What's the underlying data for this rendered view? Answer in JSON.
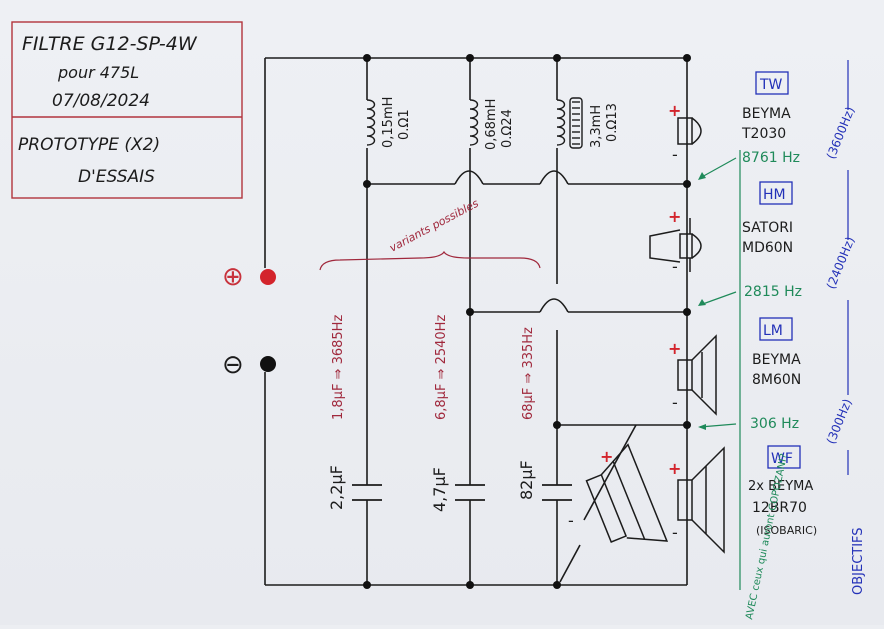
{
  "title_box": {
    "line1": "FILTRE G12-SP-4W",
    "line2": "pour 475L",
    "line3": "07/08/2024",
    "line4": "PROTOTYPE (X2)",
    "line5": "D'ESSAIS"
  },
  "terminals": {
    "positive_symbol": "⊕",
    "negative_symbol": "⊖"
  },
  "inductors": [
    {
      "value": "0,15mH",
      "resistance": "0.Ω1"
    },
    {
      "value": "0,68mH",
      "resistance": "0.Ω24"
    },
    {
      "value": "3,3mH",
      "resistance": "0.Ω13"
    }
  ],
  "capacitors": [
    {
      "value": "2,2μF",
      "variant": "1,8μF ⇒ 3685Hz"
    },
    {
      "value": "4,7μF",
      "variant": "6,8μF ⇒ 2540Hz"
    },
    {
      "value": "82μF",
      "variant": "68μF ⇒ 335Hz"
    }
  ],
  "variants_note": "variants possibles",
  "drivers": [
    {
      "tag": "TW",
      "name_line1": "BEYMA",
      "name_line2": "T2030"
    },
    {
      "tag": "HM",
      "name_line1": "SATORI",
      "name_line2": "MD60N"
    },
    {
      "tag": "LM",
      "name_line1": "BEYMA",
      "name_line2": "8M60N"
    },
    {
      "tag": "WF",
      "name_line1": "2x BEYMA",
      "name_line2": "12BR70",
      "name_line3": "(ISOBARIC)"
    }
  ],
  "crossover_freqs": [
    "8761 Hz",
    "2815 Hz",
    "306 Hz"
  ],
  "objectives": [
    "(3600Hz)",
    "(2400Hz)",
    "(300Hz)"
  ],
  "objectives_label": "OBJECTIFS",
  "green_note": "AVEC ceux qui auront COPOZANI?",
  "polarity": {
    "plus": "+",
    "minus": "-"
  },
  "colors": {
    "ink": "#1c1c1c",
    "red": "#c8323c",
    "blue": "#2331b8",
    "green": "#1f8a5a",
    "dark_red_note": "#a0283c"
  }
}
